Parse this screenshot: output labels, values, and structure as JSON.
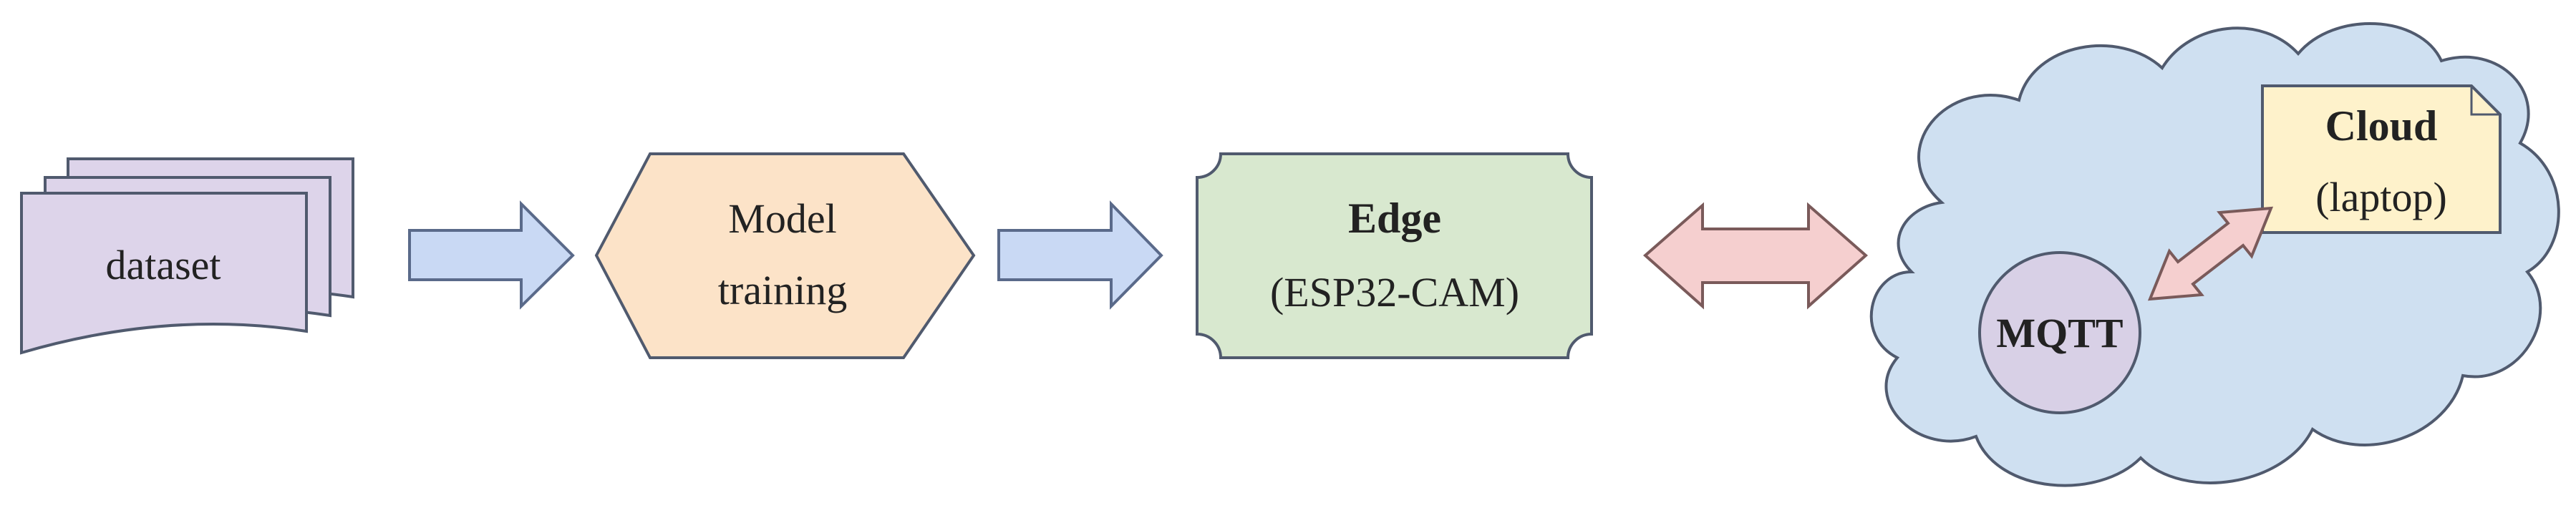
{
  "pipeline": {
    "dataset": {
      "label": "dataset",
      "icon": "multi-document-icon",
      "fill": "#ddd4ea"
    },
    "model_training": {
      "line1": "Model",
      "line2": "training",
      "icon": "hexagon-icon",
      "fill": "#fce3c8"
    },
    "edge": {
      "title": "Edge",
      "subtitle": "(ESP32-CAM)",
      "icon": "plaque-icon",
      "fill": "#d8e8cf"
    },
    "cloud": {
      "fill": "#cfe0f1",
      "icon": "cloud-icon",
      "laptop": {
        "title": "Cloud",
        "subtitle": "(laptop)",
        "icon": "folded-document-icon",
        "fill": "#fef2cb"
      },
      "mqtt": {
        "label": "MQTT",
        "icon": "circle-icon",
        "fill": "#d8d0e6"
      }
    },
    "arrows": {
      "forward_fill": "#c9d9f4",
      "bidirectional_fill": "#f5cfcf"
    }
  }
}
